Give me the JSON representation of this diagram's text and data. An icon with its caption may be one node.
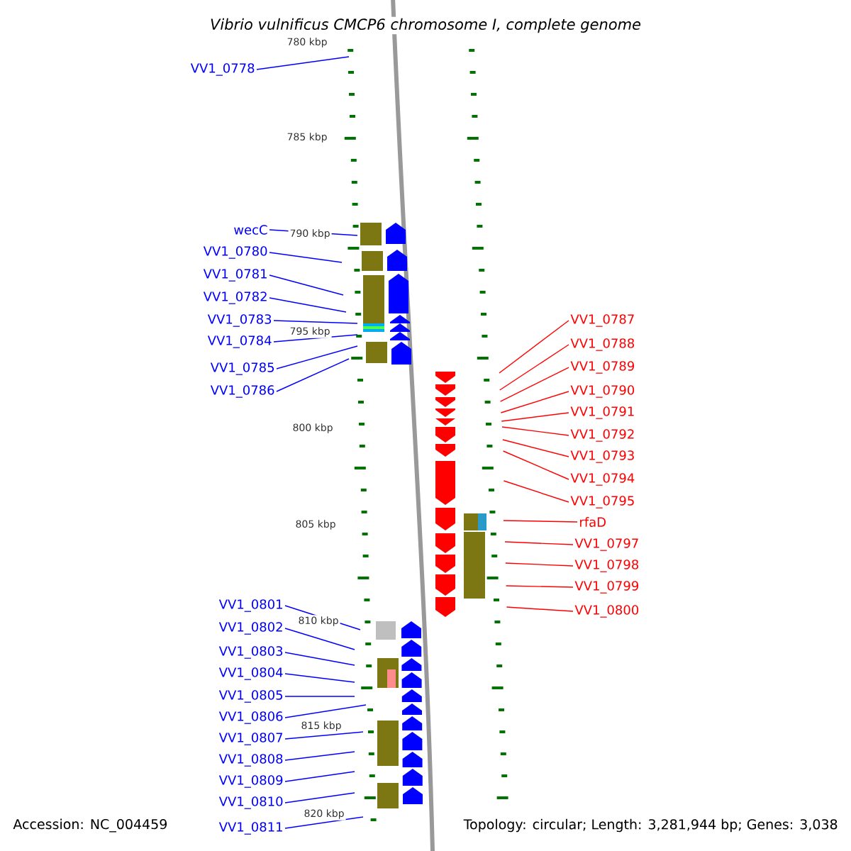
{
  "diagram": {
    "title": "Vibrio vulnificus CMCP6 chromosome I, complete genome",
    "nodes": [
      {
        "text": [
          "VV1_0778"
        ]
      },
      {
        "text": [
          "wecC"
        ]
      },
      {
        "text": [
          "VV1_0780"
        ]
      },
      {
        "text": [
          "VV1_0781"
        ]
      },
      {
        "text": [
          "VV1_0782"
        ]
      },
      {
        "text": [
          "VV1_0783"
        ]
      },
      {
        "text": [
          "VV1_0784"
        ]
      },
      {
        "text": [
          "VV1_0785"
        ]
      },
      {
        "text": [
          "VV1_0786"
        ]
      },
      {
        "text": [
          "VV1_0787"
        ]
      },
      {
        "text": [
          "VV1_0788"
        ]
      },
      {
        "text": [
          "VV1_0789"
        ]
      },
      {
        "text": [
          "VV1_0790"
        ]
      },
      {
        "text": [
          "VV1_0791"
        ]
      },
      {
        "text": [
          "VV1_0792"
        ]
      },
      {
        "text": [
          "VV1_0793"
        ]
      },
      {
        "text": [
          "VV1_0794"
        ]
      },
      {
        "text": [
          "VV1_0795"
        ]
      },
      {
        "text": [
          "rfaD"
        ]
      },
      {
        "text": [
          "VV1_0797"
        ]
      },
      {
        "text": [
          "VV1_0798"
        ]
      },
      {
        "text": [
          "VV1_0799"
        ]
      },
      {
        "text": [
          "VV1_0800"
        ]
      },
      {
        "text": [
          "VV1_0801"
        ]
      },
      {
        "text": [
          "VV1_0802"
        ]
      },
      {
        "text": [
          "VV1_0803"
        ]
      },
      {
        "text": [
          "VV1_0804"
        ]
      },
      {
        "text": [
          "VV1_0805"
        ]
      },
      {
        "text": [
          "VV1_0806"
        ]
      },
      {
        "text": [
          "VV1_0807"
        ]
      },
      {
        "text": [
          "VV1_0808"
        ]
      },
      {
        "text": [
          "VV1_0809"
        ]
      },
      {
        "text": [
          "VV1_0810"
        ]
      },
      {
        "text": [
          "VV1_0811"
        ]
      }
    ],
    "edges": [
      {
        "from": 0,
        "to": null,
        "arrow": "none"
      },
      {
        "from": 1,
        "to": null,
        "arrow": "none"
      },
      {
        "from": 2,
        "to": null,
        "arrow": "none"
      },
      {
        "from": 3,
        "to": null,
        "arrow": "none"
      },
      {
        "from": 4,
        "to": null,
        "arrow": "none"
      },
      {
        "from": 5,
        "to": null,
        "arrow": "none"
      },
      {
        "from": 6,
        "to": null,
        "arrow": "none"
      },
      {
        "from": 7,
        "to": null,
        "arrow": "none"
      },
      {
        "from": 8,
        "to": null,
        "arrow": "none"
      },
      {
        "from": 9,
        "to": null,
        "arrow": "none",
        "color": "#ff0000"
      },
      {
        "from": 10,
        "to": null,
        "arrow": "none",
        "color": "#ff0000"
      },
      {
        "from": 11,
        "to": null,
        "arrow": "none",
        "color": "#ff0000"
      },
      {
        "from": 12,
        "to": null,
        "arrow": "none",
        "color": "#ff0000"
      },
      {
        "from": 13,
        "to": null,
        "arrow": "none",
        "color": "#ff0000"
      },
      {
        "from": 14,
        "to": null,
        "arrow": "none",
        "color": "#ff0000"
      },
      {
        "from": 15,
        "to": null,
        "arrow": "none",
        "color": "#ff0000"
      },
      {
        "from": 16,
        "to": null,
        "arrow": "none",
        "color": "#ff0000"
      },
      {
        "from": 17,
        "to": null,
        "arrow": "none",
        "color": "#ff0000"
      },
      {
        "from": 18,
        "to": null,
        "arrow": "none",
        "color": "#ff0000"
      },
      {
        "from": 19,
        "to": null,
        "arrow": "none",
        "color": "#ff0000"
      },
      {
        "from": 20,
        "to": null,
        "arrow": "none",
        "color": "#ff0000"
      },
      {
        "from": 21,
        "to": null,
        "arrow": "none",
        "color": "#ff0000"
      },
      {
        "from": 22,
        "to": null,
        "arrow": "none",
        "color": "#ff0000"
      },
      {
        "from": 23,
        "to": null,
        "arrow": "none"
      },
      {
        "from": 24,
        "to": null,
        "arrow": "none"
      },
      {
        "from": 25,
        "to": null,
        "arrow": "none"
      },
      {
        "from": 26,
        "to": null,
        "arrow": "none"
      },
      {
        "from": 27,
        "to": null,
        "arrow": "none"
      },
      {
        "from": 28,
        "to": null,
        "arrow": "none"
      },
      {
        "from": 29,
        "to": null,
        "arrow": "none"
      },
      {
        "from": 30,
        "to": null,
        "arrow": "none"
      },
      {
        "from": 31,
        "to": null,
        "arrow": "none"
      },
      {
        "from": 32,
        "to": null,
        "arrow": "none"
      },
      {
        "from": 33,
        "to": null,
        "arrow": "none"
      }
    ],
    "labels": [
      "780 kbp",
      "785 kbp",
      "790 kbp",
      "795 kbp",
      "800 kbp",
      "805 kbp",
      "810 kbp",
      "815 kbp",
      "820 kbp",
      "Accession: NC_004459",
      "Topology: circular; Length: 3,281,944 bp; Genes: 3,038"
    ]
  }
}
